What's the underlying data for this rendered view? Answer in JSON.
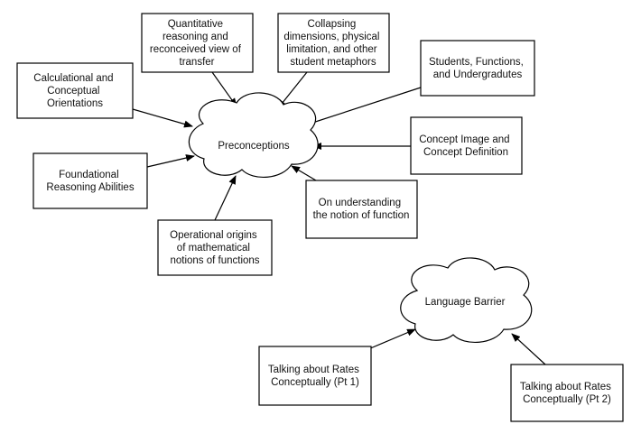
{
  "boxes": {
    "calc": [
      "Calculational and",
      "Conceptual",
      "Orientations"
    ],
    "quant": [
      "Quantitative",
      "reasoning and",
      "reconceived view of",
      "transfer"
    ],
    "collapsing": [
      "Collapsing",
      "dimensions, physical",
      "limitation, and other",
      "student metaphors"
    ],
    "students": [
      "Students, Functions,",
      "and Undergradutes"
    ],
    "foundational": [
      "Foundational",
      "Reasoning Abilities"
    ],
    "concept_image": [
      "Concept Image and",
      "Concept Definition"
    ],
    "understanding": [
      "On understanding",
      "the notion of function"
    ],
    "operational": [
      "Operational origins",
      "of mathematical",
      "notions of functions"
    ],
    "rates1": [
      "Talking about Rates",
      "Conceptually (Pt 1)"
    ],
    "rates2": [
      "Talking about Rates",
      "Conceptually (Pt 2)"
    ]
  },
  "clouds": {
    "preconceptions": "Preconceptions",
    "language": "Language Barrier"
  }
}
